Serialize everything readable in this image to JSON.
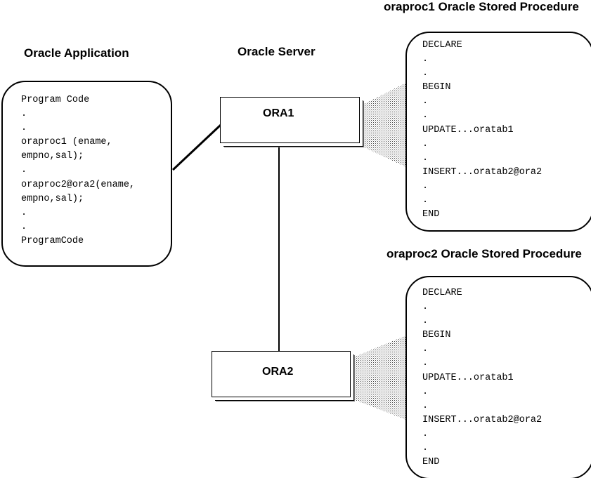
{
  "headings": {
    "app": "Oracle Application",
    "server": "Oracle Server",
    "proc1": "oraproc1 Oracle Stored Procedure",
    "proc2": "oraproc2 Oracle Stored Procedure"
  },
  "app_code": [
    "Program Code",
    ".",
    ".",
    "oraproc1 (ename,",
    "empno,sal);",
    ".",
    "oraproc2@ora2(ename,",
    "empno,sal);",
    ".",
    ".",
    "ProgramCode"
  ],
  "servers": {
    "ora1": "ORA1",
    "ora2": "ORA2"
  },
  "proc1_code": [
    "DECLARE",
    ".",
    ".",
    "BEGIN",
    ".",
    ".",
    "UPDATE...oratab1",
    ".",
    ".",
    "INSERT...oratab2@ora2",
    ".",
    ".",
    "END"
  ],
  "proc2_code": [
    "DECLARE",
    ".",
    ".",
    "BEGIN",
    ".",
    ".",
    "UPDATE...oratab1",
    ".",
    ".",
    "INSERT...oratab2@ora2",
    ".",
    ".",
    "END"
  ]
}
